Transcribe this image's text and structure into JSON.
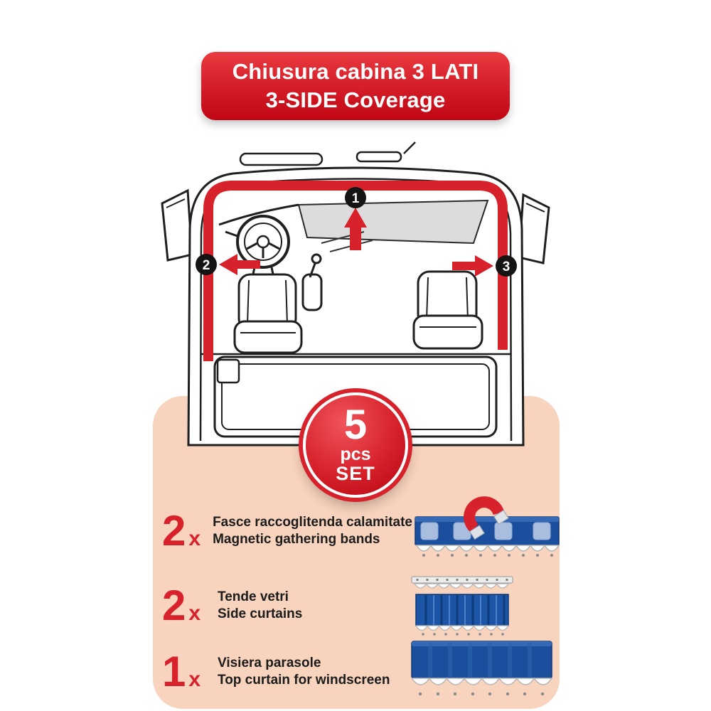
{
  "banner": {
    "line1": "Chiusura cabina 3 LATI",
    "line2": "3-SIDE Coverage"
  },
  "diagram": {
    "markers": [
      {
        "number": "1"
      },
      {
        "number": "2"
      },
      {
        "number": "3"
      }
    ]
  },
  "set_badge": {
    "count": "5",
    "unit": "pcs",
    "label": "SET"
  },
  "items": [
    {
      "qty": "2",
      "times": "x",
      "label_it": "Fasce raccoglitenda calamitate",
      "label_en": "Magnetic gathering bands",
      "icon": "magnetic-band-icon"
    },
    {
      "qty": "2",
      "times": "x",
      "label_it": "Tende vetri",
      "label_en": "Side curtains",
      "icon": "side-curtain-icon"
    },
    {
      "qty": "1",
      "times": "x",
      "label_it": "Visiera parasole",
      "label_en": "Top curtain for windscreen",
      "icon": "top-curtain-icon"
    }
  ],
  "colors": {
    "red": "#d7212b",
    "peach": "#f8d3bd",
    "blue": "#1b4f9d",
    "badge_black": "#141414"
  }
}
